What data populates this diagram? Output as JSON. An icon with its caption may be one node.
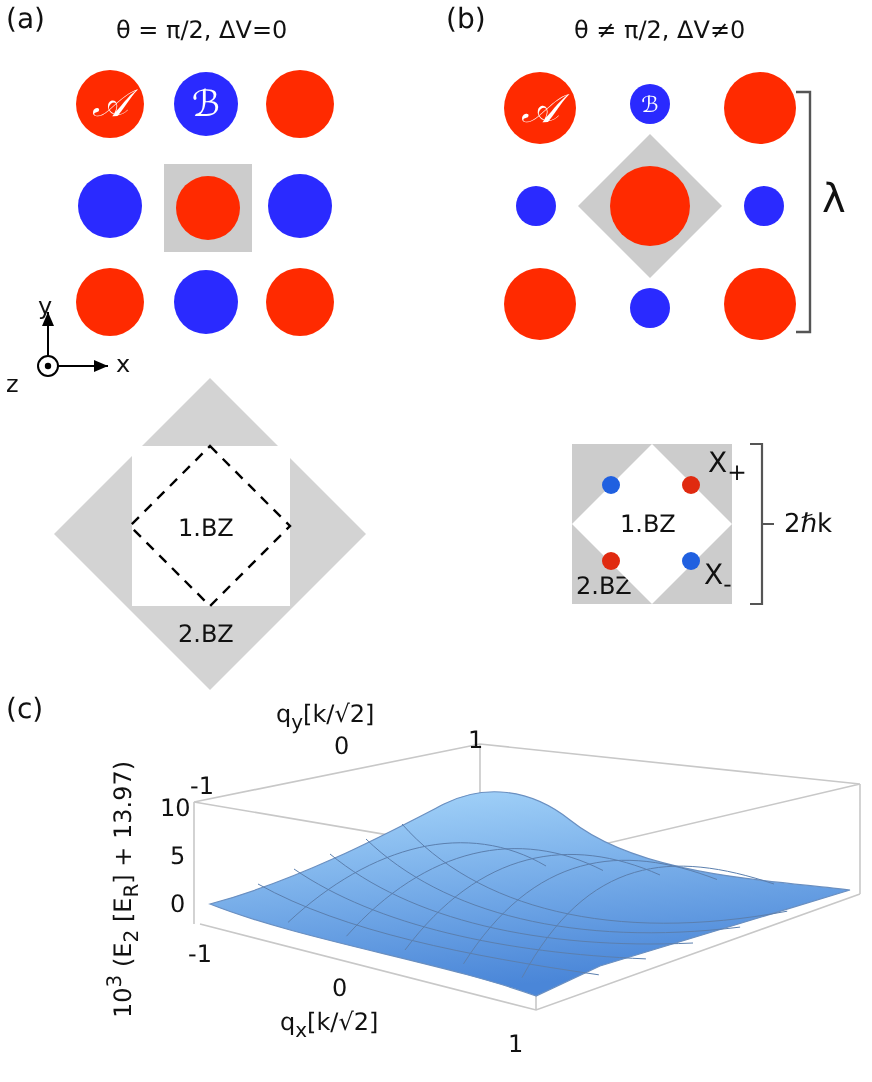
{
  "diagram": {
    "nodes": [
      {
        "text": [
          "𝒜"
        ]
      },
      {
        "text": [
          "ℬ"
        ]
      },
      {
        "text": [],
        "shape": "circle"
      },
      {
        "text": [],
        "shape": "circle"
      },
      {
        "text": [],
        "shape": "box"
      },
      {
        "text": [],
        "shape": "circle",
        "in": 4
      },
      {
        "text": [],
        "shape": "circle"
      },
      {
        "text": [],
        "shape": "circle"
      },
      {
        "text": [],
        "shape": "circle"
      },
      {
        "text": [],
        "shape": "circle"
      },
      {
        "text": [
          "𝒜"
        ]
      },
      {
        "text": [
          "ℬ"
        ]
      },
      {
        "text": [],
        "shape": "circle"
      },
      {
        "text": [],
        "shape": "circle"
      },
      {
        "text": [],
        "shape": "diamond"
      },
      {
        "text": [],
        "shape": "circle",
        "in": 14
      },
      {
        "text": [],
        "shape": "circle"
      },
      {
        "text": [],
        "shape": "circle"
      },
      {
        "text": [],
        "shape": "circle"
      },
      {
        "text": [],
        "shape": "circle"
      },
      {
        "text": [
          "2.BZ"
        ]
      },
      {
        "text": [
          "1.BZ"
        ],
        "in": 20
      },
      {
        "text": [
          "2.BZ"
        ]
      },
      {
        "text": [
          "1.BZ"
        ],
        "in": 22
      },
      {
        "text": [],
        "shape": "circle",
        "in": 22
      },
      {
        "text": [],
        "shape": "circle",
        "in": 22
      },
      {
        "text": [],
        "shape": "circle",
        "in": 22
      },
      {
        "text": [],
        "shape": "circle",
        "in": 22
      }
    ],
    "labels": [
      "(a)",
      "θ = π/2, ΔV=0",
      "(b)",
      "θ ≠ π/2, ΔV≠0",
      "λ",
      "y",
      "z",
      "x",
      "2ℏk",
      "(c)",
      "q$_{y}$[k/√2]",
      "1",
      "0",
      "-1",
      "10",
      "10$^{3}$ (E$_{2}$ [E$_{R}$] + 13.97)",
      "5",
      "0",
      "-1",
      "0",
      "q$_{x}$[k/√2]",
      "1",
      "X$_{+}$",
      "X$_{-}$"
    ]
  }
}
